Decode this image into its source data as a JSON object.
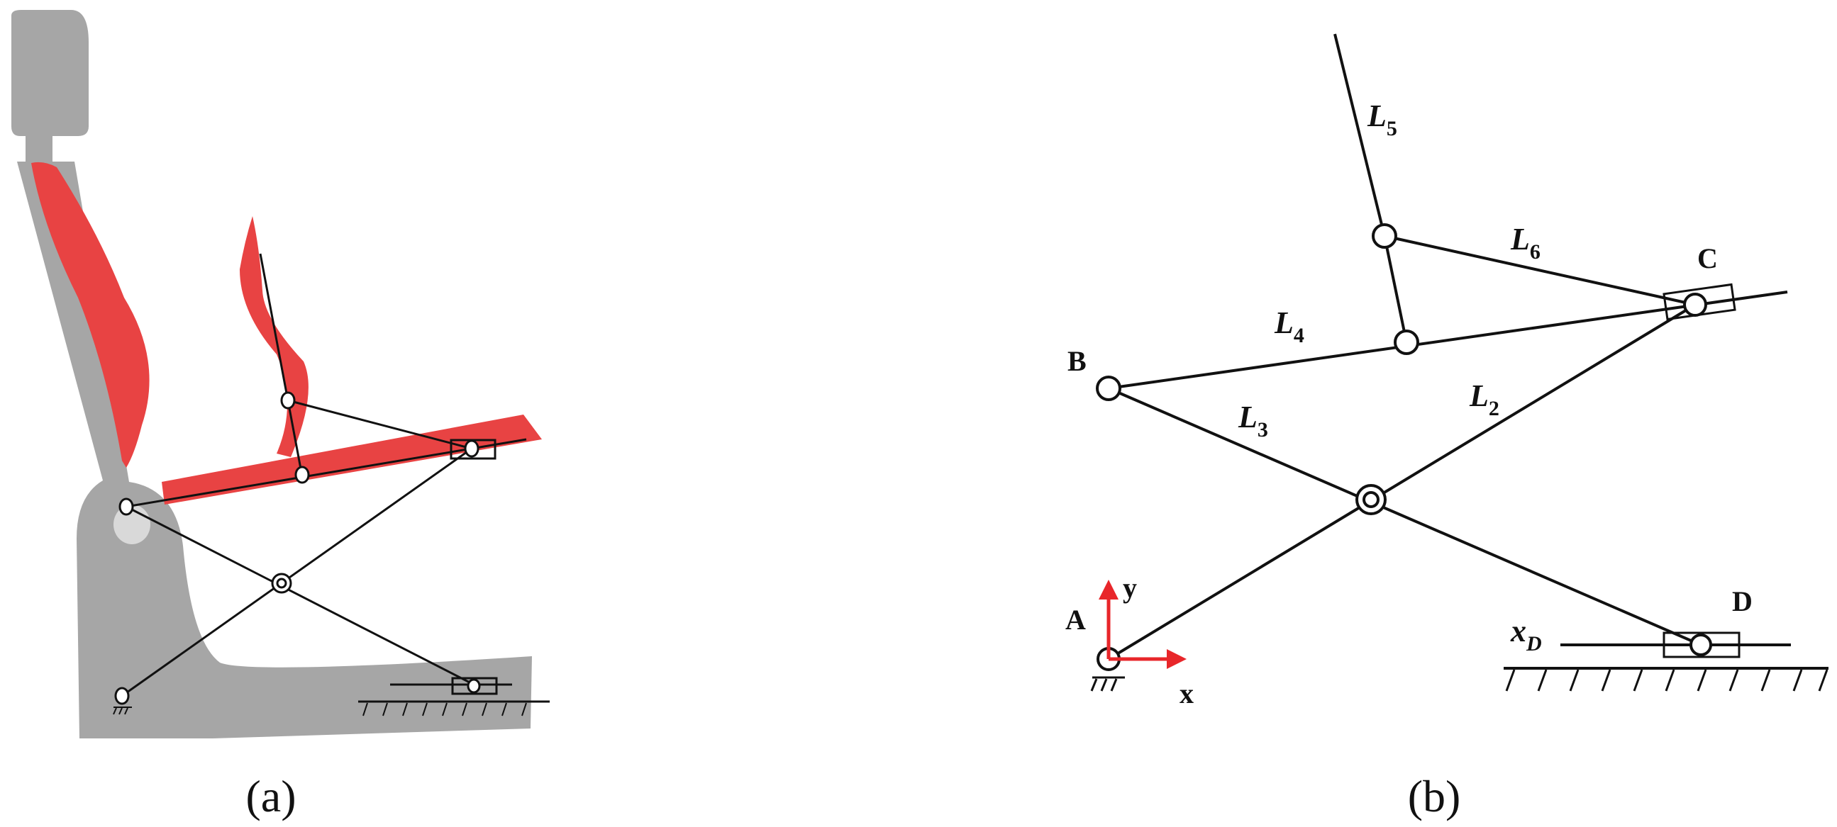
{
  "colors": {
    "seat_gray": "#a6a6a6",
    "seat_light": "#d9d9d9",
    "cushion_red": "#e84343",
    "line": "#111111",
    "axis_red": "#e8262a",
    "background": "#ffffff"
  },
  "panels": {
    "a": {
      "caption": "(a)"
    },
    "b": {
      "caption": "(b)",
      "points": {
        "A": "A",
        "B": "B",
        "C": "C",
        "D": "D"
      },
      "links": {
        "L2": {
          "base": "L",
          "sub": "2"
        },
        "L3": {
          "base": "L",
          "sub": "3"
        },
        "L4": {
          "base": "L",
          "sub": "4"
        },
        "L5": {
          "base": "L",
          "sub": "5"
        },
        "L6": {
          "base": "L",
          "sub": "6"
        }
      },
      "axes": {
        "x": "x",
        "y": "y"
      },
      "slider_label": {
        "base": "x",
        "sub": "D"
      }
    }
  }
}
